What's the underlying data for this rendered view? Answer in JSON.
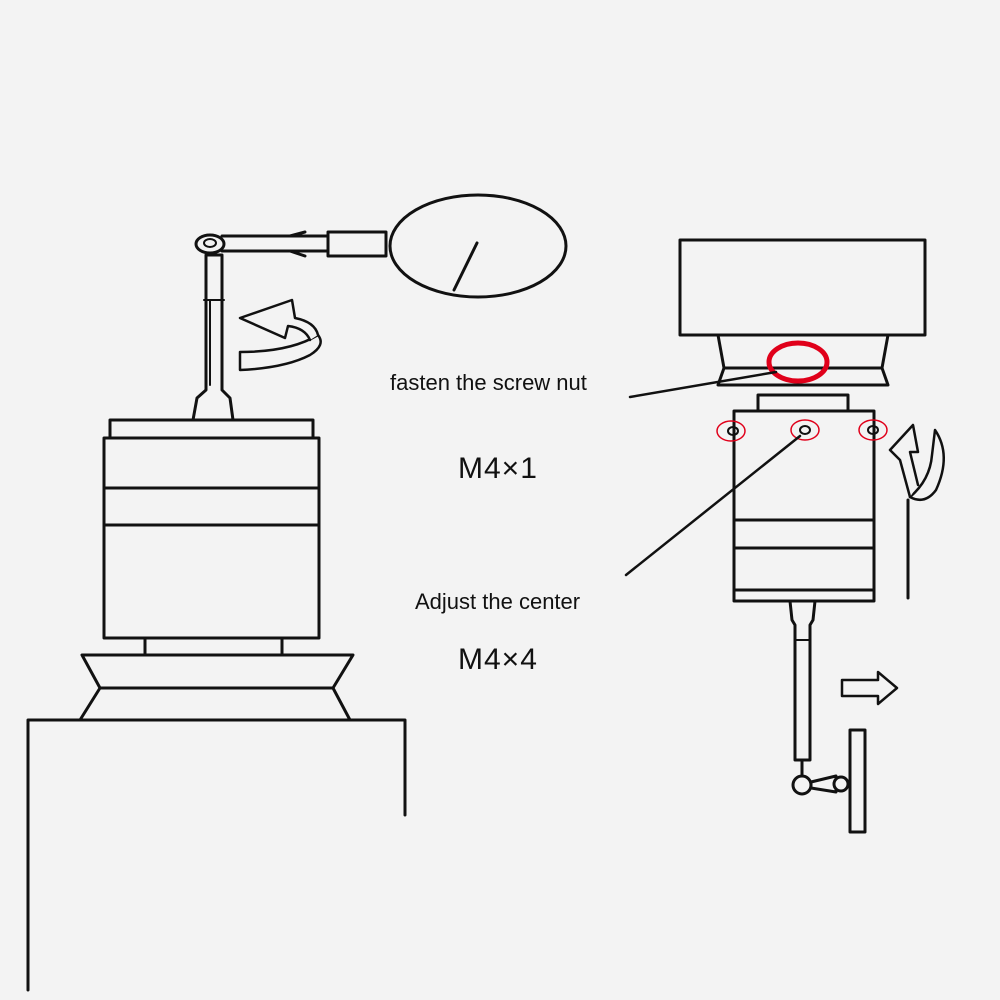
{
  "labels": {
    "fasten": "fasten the screw nut",
    "m4x1": "M4×1",
    "adjust": "Adjust the center",
    "m4x4": "M4×4"
  },
  "colors": {
    "line": "#111111",
    "highlight": "#e0001a",
    "background": "#f3f3f3"
  }
}
